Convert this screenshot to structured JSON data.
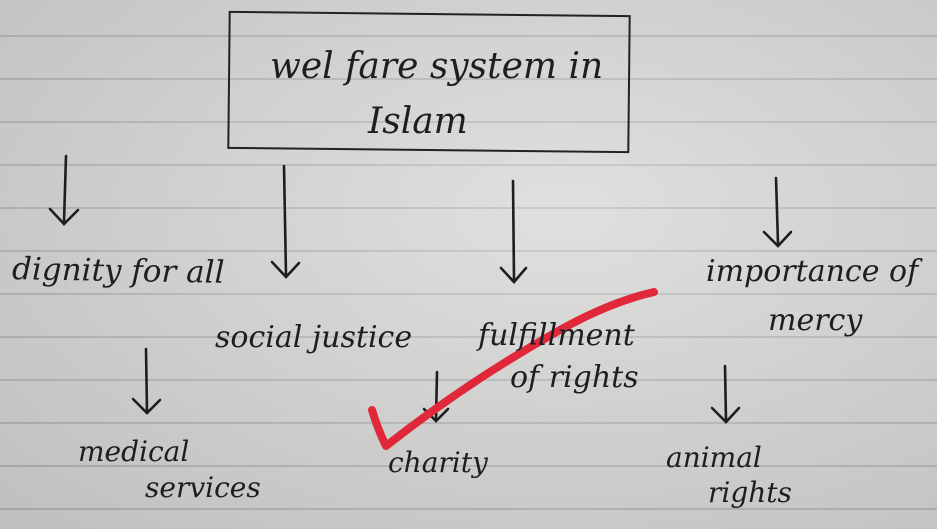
{
  "diagram": {
    "title_line1": "wel fare system in",
    "title_line2": "Islam",
    "branches": {
      "dignity": "dignity for all",
      "social": "social justice",
      "fulfillment_line1": "fulfillment",
      "fulfillment_line2": "of rights",
      "importance_line1": "importance of",
      "importance_line2": "mercy"
    },
    "sub_branches": {
      "medical_line1": "medical",
      "medical_line2": "services",
      "charity": "charity",
      "animal_line1": "animal",
      "animal_line2": "rights"
    }
  },
  "colors": {
    "ink": "#1e1e22",
    "checkmark": "#e0283a",
    "paper": "#cfcfcd"
  }
}
